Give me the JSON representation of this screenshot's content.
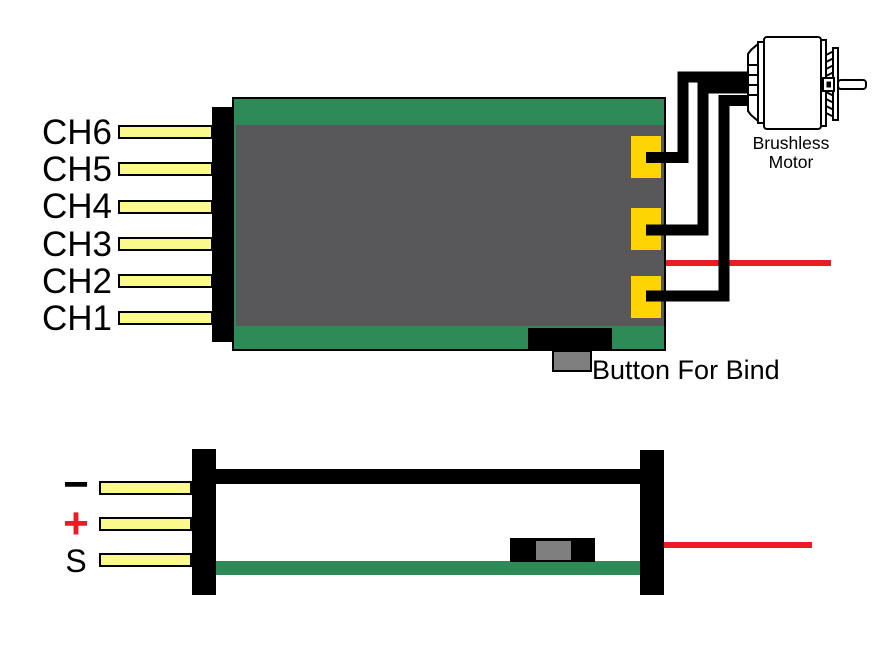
{
  "receiver": {
    "channels": [
      "CH6",
      "CH5",
      "CH4",
      "CH3",
      "CH2",
      "CH1"
    ],
    "bind_button_label": "Button For Bind",
    "motor_label_line1": "Brushless",
    "motor_label_line2": "Motor"
  },
  "side_view": {
    "pins": [
      "−",
      "+",
      "S"
    ]
  },
  "colors": {
    "pcb_green": "#2E8B57",
    "board_gray": "#58585A",
    "pad_gold": "#FFD400",
    "pin_yellow": "#FAFA8C",
    "wire_red": "#EC1C24",
    "wire_black": "#000000",
    "button_gray": "#7F7F7F"
  }
}
